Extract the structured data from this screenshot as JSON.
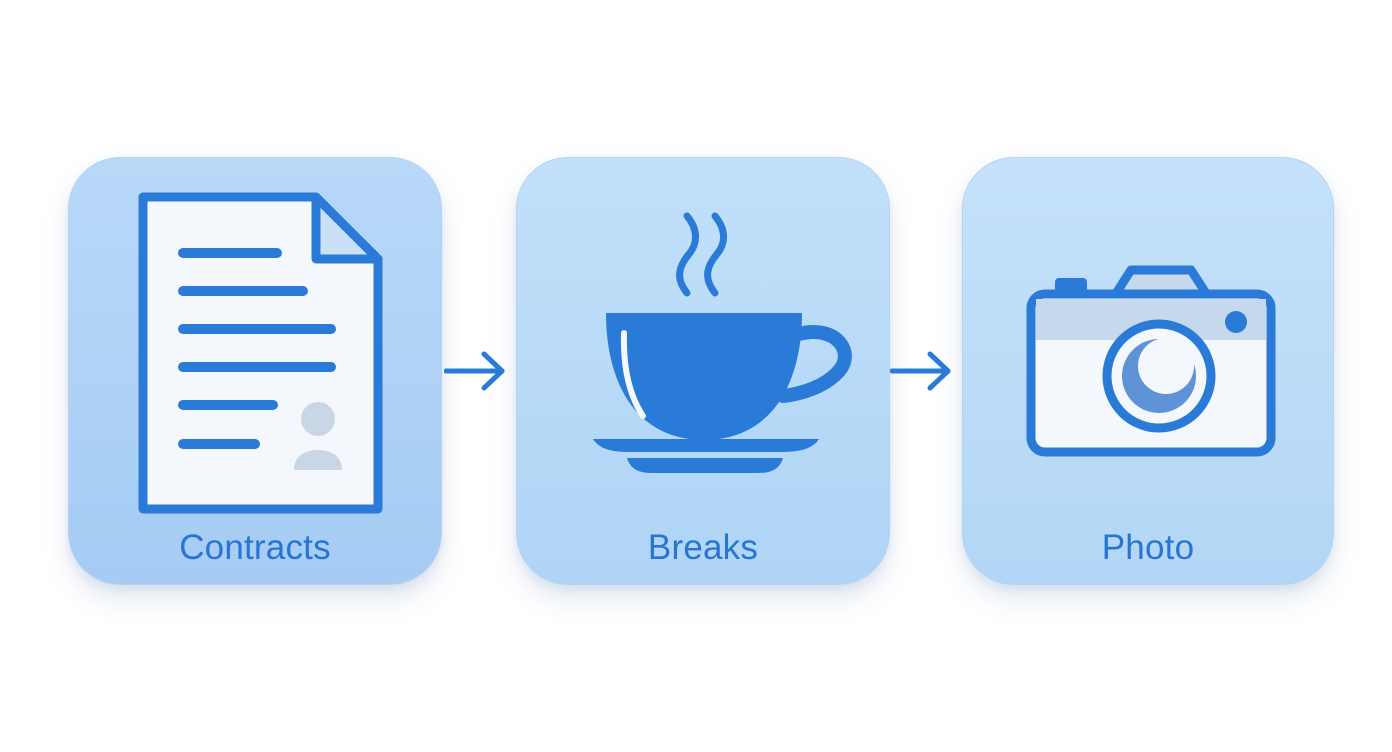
{
  "steps": [
    {
      "label": "Contracts",
      "icon": "document-icon"
    },
    {
      "label": "Breaks",
      "icon": "coffee-cup-icon"
    },
    {
      "label": "Photo",
      "icon": "camera-icon"
    }
  ],
  "connectors": [
    "arrow-right-icon",
    "arrow-right-icon"
  ],
  "colors": {
    "accent": "#2a7bd7",
    "label": "#2874d2",
    "card_fill": "#b8d8f8",
    "icon_fill_light": "#f4f8fd",
    "placeholder_grey": "#c5d5e6"
  }
}
